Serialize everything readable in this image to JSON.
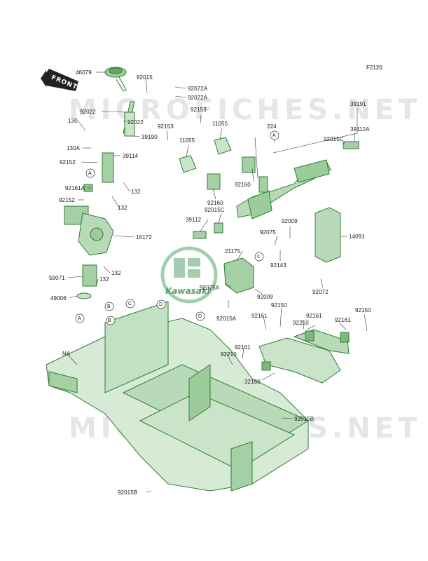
{
  "figure_code": "F2120",
  "watermark": "MICROFICHES.NET",
  "logo_text": "Kawasaki",
  "front_label": "FRONT",
  "parts": [
    {
      "id": "p46079",
      "text": "46079"
    },
    {
      "id": "p92015a",
      "text": "92015"
    },
    {
      "id": "p92072a1",
      "text": "92072A"
    },
    {
      "id": "p92072a2",
      "text": "92072A"
    },
    {
      "id": "p92022a",
      "text": "92022"
    },
    {
      "id": "p92022b",
      "text": "92022"
    },
    {
      "id": "p130",
      "text": "130"
    },
    {
      "id": "p39190",
      "text": "39190"
    },
    {
      "id": "p130a",
      "text": "130A"
    },
    {
      "id": "p39114",
      "text": "39114"
    },
    {
      "id": "p92152a",
      "text": "92152"
    },
    {
      "id": "p92161a",
      "text": "92161A"
    },
    {
      "id": "p92152b",
      "text": "92152"
    },
    {
      "id": "p132a",
      "text": "132"
    },
    {
      "id": "p132b",
      "text": "132"
    },
    {
      "id": "p16172",
      "text": "16172"
    },
    {
      "id": "p132c",
      "text": "132"
    },
    {
      "id": "p59071",
      "text": "59071"
    },
    {
      "id": "p132d",
      "text": "132"
    },
    {
      "id": "p49006",
      "text": "49006"
    },
    {
      "id": "p92153a",
      "text": "92153"
    },
    {
      "id": "p92153b",
      "text": "92153"
    },
    {
      "id": "p11055a",
      "text": "11055"
    },
    {
      "id": "p11055b",
      "text": "11055"
    },
    {
      "id": "p39191",
      "text": "39191"
    },
    {
      "id": "p224",
      "text": "224"
    },
    {
      "id": "p39112a",
      "text": "39112A"
    },
    {
      "id": "p92015c1",
      "text": "92015C"
    },
    {
      "id": "p92160a",
      "text": "92160"
    },
    {
      "id": "p92160b",
      "text": "92160"
    },
    {
      "id": "p92015c2",
      "text": "92015C"
    },
    {
      "id": "p39112",
      "text": "39112"
    },
    {
      "id": "p92009a",
      "text": "92009"
    },
    {
      "id": "p92075",
      "text": "92075"
    },
    {
      "id": "p14091",
      "text": "14091"
    },
    {
      "id": "p21175",
      "text": "21175"
    },
    {
      "id": "p92143",
      "text": "92143"
    },
    {
      "id": "p92075a",
      "text": "92075A"
    },
    {
      "id": "p92009b",
      "text": "92009"
    },
    {
      "id": "p92072",
      "text": "92072"
    },
    {
      "id": "p92015a2",
      "text": "92015A"
    },
    {
      "id": "p92150a",
      "text": "92150"
    },
    {
      "id": "p92150b",
      "text": "92150"
    },
    {
      "id": "p92161b",
      "text": "92161"
    },
    {
      "id": "p92210a",
      "text": "92210"
    },
    {
      "id": "p92161c",
      "text": "92161"
    },
    {
      "id": "p92161d",
      "text": "92161"
    },
    {
      "id": "p92161e",
      "text": "92161"
    },
    {
      "id": "p92210b",
      "text": "92210"
    },
    {
      "id": "p32160",
      "text": "32160"
    },
    {
      "id": "pNA",
      "text": "NA"
    },
    {
      "id": "p92015b1",
      "text": "92015B"
    },
    {
      "id": "p92015b2",
      "text": "92015B"
    }
  ],
  "callouts": [
    {
      "id": "cA1",
      "text": "A"
    },
    {
      "id": "cB1",
      "text": "B"
    },
    {
      "id": "cA2",
      "text": "A"
    },
    {
      "id": "cC1",
      "text": "C"
    },
    {
      "id": "cD1",
      "text": "D"
    },
    {
      "id": "cB2",
      "text": "B"
    },
    {
      "id": "cA3",
      "text": "A"
    },
    {
      "id": "cC2",
      "text": "C"
    },
    {
      "id": "cD2",
      "text": "D"
    }
  ]
}
